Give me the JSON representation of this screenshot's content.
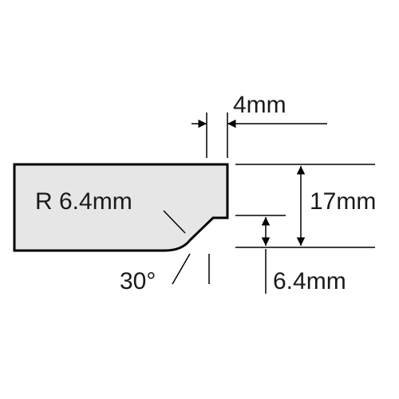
{
  "labels": {
    "top_width": "4mm",
    "radius": "R 6.4mm",
    "total_height": "17mm",
    "step_height": "6.4mm",
    "angle": "30°"
  },
  "colors": {
    "panel_fill": "#e6e6e6",
    "panel_stroke": "#000000",
    "dimension_line": "#000000",
    "text": "#1a1a1a"
  }
}
